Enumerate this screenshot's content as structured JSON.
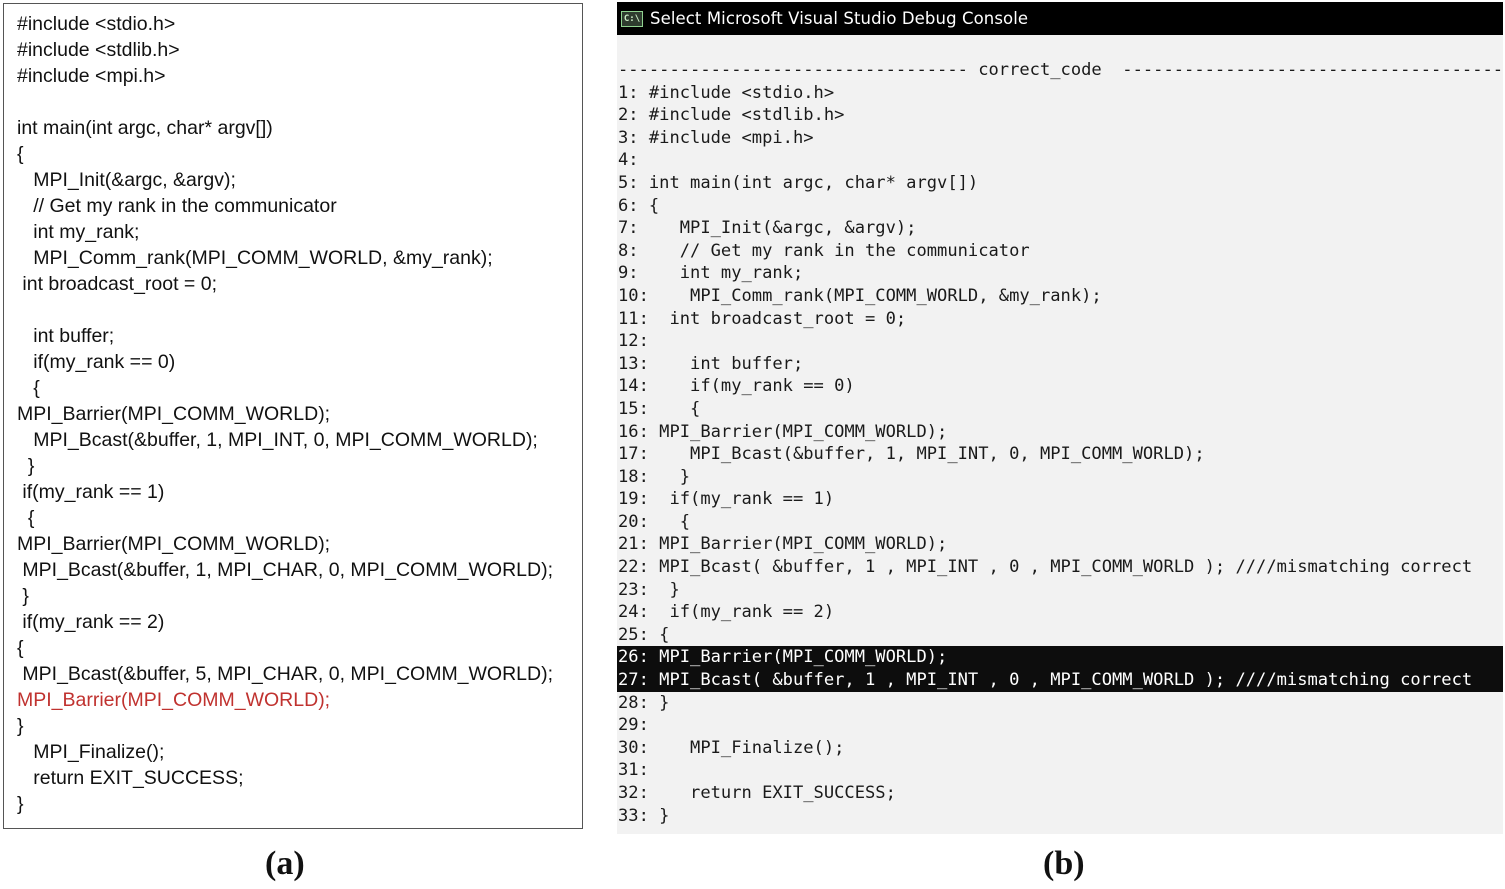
{
  "panel_a": {
    "caption": "(a)",
    "lines": [
      {
        "text": "#include <stdio.h>"
      },
      {
        "text": "#include <stdlib.h>"
      },
      {
        "text": "#include <mpi.h>"
      },
      {
        "text": ""
      },
      {
        "text": "int main(int argc, char* argv[])"
      },
      {
        "text": "{"
      },
      {
        "text": "   MPI_Init(&argc, &argv);"
      },
      {
        "text": "   // Get my rank in the communicator"
      },
      {
        "text": "   int my_rank;"
      },
      {
        "text": "   MPI_Comm_rank(MPI_COMM_WORLD, &my_rank);"
      },
      {
        "text": " int broadcast_root = 0;"
      },
      {
        "text": ""
      },
      {
        "text": "   int buffer;"
      },
      {
        "text": "   if(my_rank == 0)"
      },
      {
        "text": "   {"
      },
      {
        "text": "MPI_Barrier(MPI_COMM_WORLD);"
      },
      {
        "text": "   MPI_Bcast(&buffer, 1, MPI_INT, 0, MPI_COMM_WORLD);"
      },
      {
        "text": "  }"
      },
      {
        "text": " if(my_rank == 1)"
      },
      {
        "text": "  {"
      },
      {
        "text": "MPI_Barrier(MPI_COMM_WORLD);"
      },
      {
        "text": " MPI_Bcast(&buffer, 1, MPI_CHAR, 0, MPI_COMM_WORLD);"
      },
      {
        "text": " }"
      },
      {
        "text": " if(my_rank == 2)"
      },
      {
        "text": "{"
      },
      {
        "text": " MPI_Bcast(&buffer, 5, MPI_CHAR, 0, MPI_COMM_WORLD);"
      },
      {
        "text": "MPI_Barrier(MPI_COMM_WORLD);",
        "highlight": "red"
      },
      {
        "text": "}"
      },
      {
        "text": "   MPI_Finalize();"
      },
      {
        "text": "   return EXIT_SUCCESS;"
      },
      {
        "text": "}"
      }
    ]
  },
  "panel_b": {
    "caption": "(b)",
    "window_title": "Select Microsoft Visual Studio Debug Console",
    "window_icon": "console-app-icon",
    "icon_label": "C:\\",
    "header_label": "correct_code",
    "header_dashes_left": "----------------------------------",
    "header_dashes_right": "-----------------------------------------",
    "lines": [
      {
        "text": "1: #include <stdio.h>"
      },
      {
        "text": "2: #include <stdlib.h>"
      },
      {
        "text": "3: #include <mpi.h>"
      },
      {
        "text": "4:"
      },
      {
        "text": "5: int main(int argc, char* argv[])"
      },
      {
        "text": "6: {"
      },
      {
        "text": "7:    MPI_Init(&argc, &argv);"
      },
      {
        "text": "8:    // Get my rank in the communicator"
      },
      {
        "text": "9:    int my_rank;"
      },
      {
        "text": "10:    MPI_Comm_rank(MPI_COMM_WORLD, &my_rank);"
      },
      {
        "text": "11:  int broadcast_root = 0;"
      },
      {
        "text": "12:"
      },
      {
        "text": "13:    int buffer;"
      },
      {
        "text": "14:    if(my_rank == 0)"
      },
      {
        "text": "15:    {"
      },
      {
        "text": "16: MPI_Barrier(MPI_COMM_WORLD);"
      },
      {
        "text": "17:    MPI_Bcast(&buffer, 1, MPI_INT, 0, MPI_COMM_WORLD);"
      },
      {
        "text": "18:   }"
      },
      {
        "text": "19:  if(my_rank == 1)"
      },
      {
        "text": "20:   {"
      },
      {
        "text": "21: MPI_Barrier(MPI_COMM_WORLD);"
      },
      {
        "text": "22: MPI_Bcast( &buffer, 1 , MPI_INT , 0 , MPI_COMM_WORLD ); ////mismatching correct"
      },
      {
        "text": "23:  }"
      },
      {
        "text": "24:  if(my_rank == 2)"
      },
      {
        "text": "25: {"
      },
      {
        "text": "26: MPI_Barrier(MPI_COMM_WORLD);",
        "highlight": "selected"
      },
      {
        "text": "27: MPI_Bcast( &buffer, 1 , MPI_INT , 0 , MPI_COMM_WORLD ); ////mismatching correct",
        "highlight": "selected"
      },
      {
        "text": "28: }"
      },
      {
        "text": "29:"
      },
      {
        "text": "30:    MPI_Finalize();"
      },
      {
        "text": "31:"
      },
      {
        "text": "32:    return EXIT_SUCCESS;"
      },
      {
        "text": "33: }"
      }
    ]
  },
  "colors": {
    "red_highlight": "#c0322f",
    "console_bg": "#f2f2f2",
    "selection_bg": "#0d0d0d"
  }
}
